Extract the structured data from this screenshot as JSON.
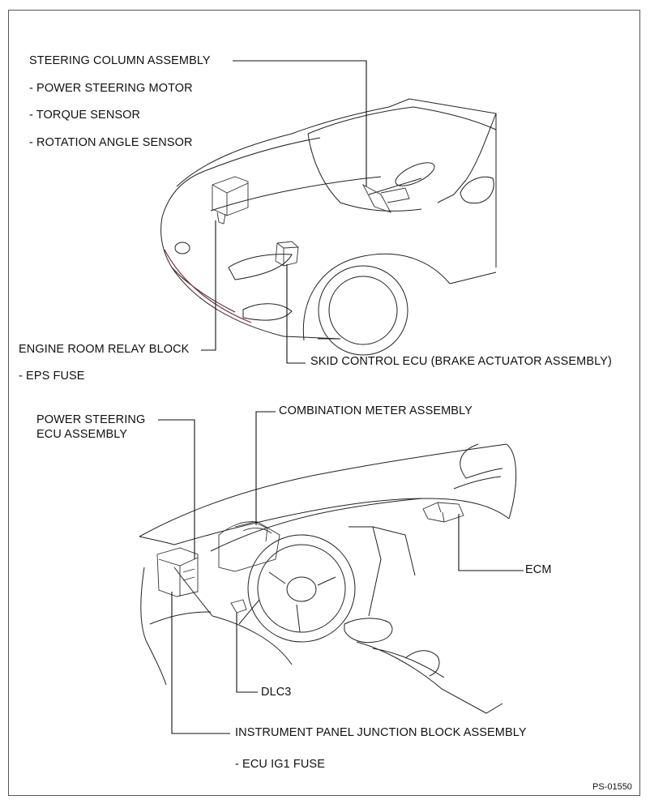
{
  "labels": {
    "steering_column": "STEERING COLUMN ASSEMBLY",
    "power_steering_motor": "- POWER STEERING MOTOR",
    "torque_sensor": "- TORQUE SENSOR",
    "rotation_angle_sensor": "- ROTATION ANGLE SENSOR",
    "engine_room_relay_block": "ENGINE ROOM RELAY BLOCK",
    "eps_fuse": "- EPS FUSE",
    "skid_control_ecu": "SKID CONTROL ECU (BRAKE ACTUATOR ASSEMBLY)",
    "power_steering_ecu_line1": "POWER STEERING",
    "power_steering_ecu_line2": "ECU ASSEMBLY",
    "combination_meter": "COMBINATION METER ASSEMBLY",
    "ecm": "ECM",
    "dlc3": "DLC3",
    "instrument_panel_jb": "INSTRUMENT PANEL JUNCTION BLOCK ASSEMBLY",
    "ecu_ig1_fuse": "- ECU IG1 FUSE"
  },
  "figure_code": "PS-01550",
  "colors": {
    "line": "#222222",
    "bumper_accent": "#8b2a3a",
    "background": "#ffffff"
  }
}
